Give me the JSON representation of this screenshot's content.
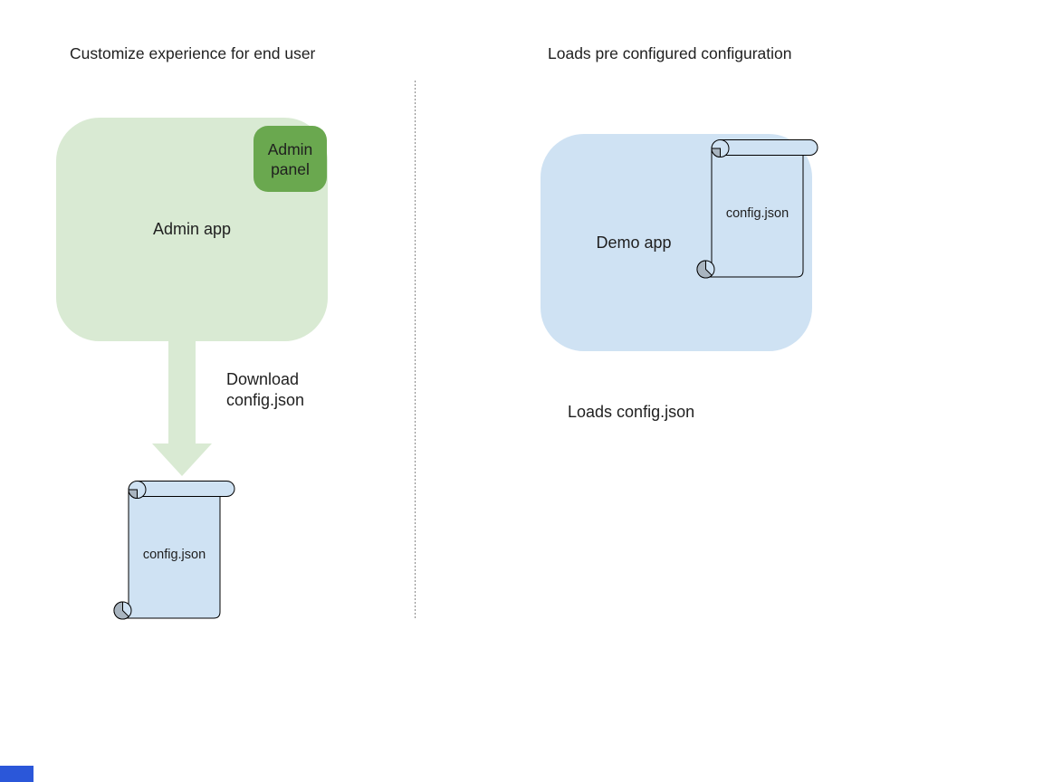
{
  "colors": {
    "background": "#ffffff",
    "app_green": "#d9ead3",
    "panel_green": "#6aa84f",
    "file_blue": "#cfe2f3",
    "curl_gray": "#a9b5c0",
    "outline": "#000000",
    "text": "#1f1f1f",
    "divider_gray": "#8a8a8a",
    "corner_blue": "#2b57d9"
  },
  "left": {
    "title": "Customize experience for end user",
    "admin_app_label": "Admin app",
    "admin_panel_label": "Admin panel",
    "download_caption": {
      "line1": "Download",
      "line2": "config.json"
    },
    "config_file_label": "config.json"
  },
  "right": {
    "title": "Loads pre configured configuration",
    "demo_app_label": "Demo app",
    "config_file_label": "config.json",
    "caption": "Loads config.json"
  }
}
